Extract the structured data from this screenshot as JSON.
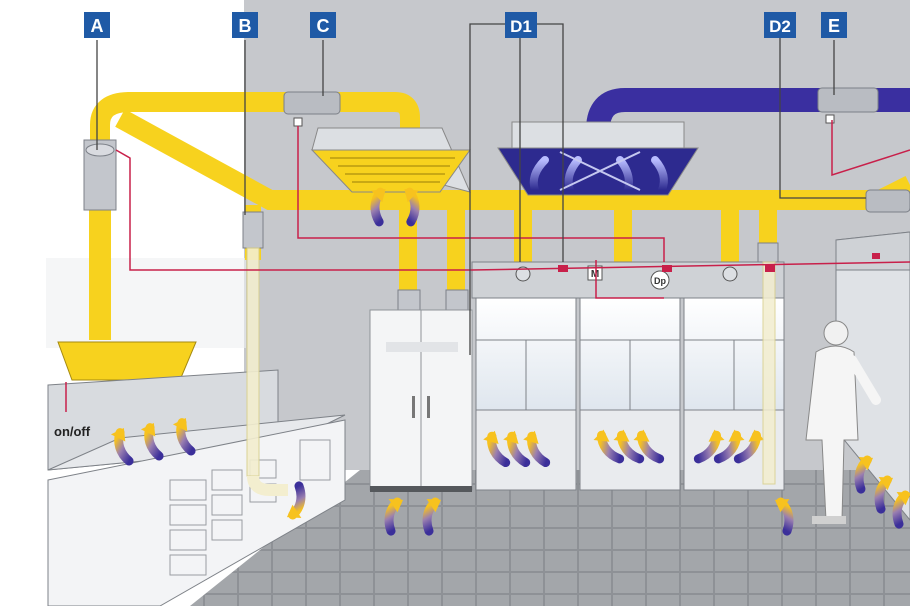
{
  "labels": {
    "a": "A",
    "b": "B",
    "c": "C",
    "d1": "D1",
    "d2": "D2",
    "e": "E",
    "onoff": "on/off",
    "motor": "M",
    "pressure": "Dp"
  },
  "colors": {
    "duct_yellow": "#f7d21e",
    "duct_blue": "#3a2fa0",
    "label_blue": "#1f5aa6",
    "control_red": "#c8204a",
    "wall_gray": "#c6c8cc",
    "floor_gray": "#9a9da1"
  }
}
